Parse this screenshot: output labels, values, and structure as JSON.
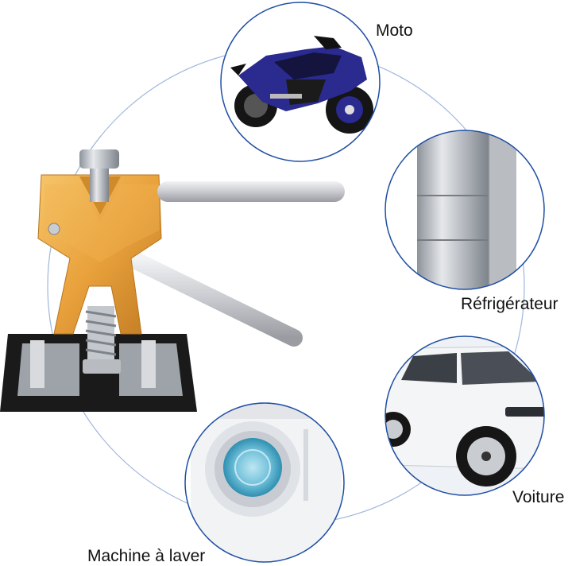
{
  "labels": {
    "moto": "Moto",
    "fridge": "Réfrigérateur",
    "car": "Voiture",
    "washer": "Machine à laver"
  },
  "colors": {
    "arc": "#9fb6dc",
    "circle_border": "#1f4fa3",
    "tool_gold": "#e9a23c",
    "tool_gold_dark": "#b8741c",
    "rod_silver": "#d4d6da",
    "base_black": "#1a1a1a",
    "moto_blue": "#2a2a8f",
    "car_white": "#f4f5f7"
  },
  "icons": [
    "dent-puller-tool",
    "motorcycle-image",
    "refrigerator-image",
    "car-image",
    "washing-machine-image"
  ]
}
